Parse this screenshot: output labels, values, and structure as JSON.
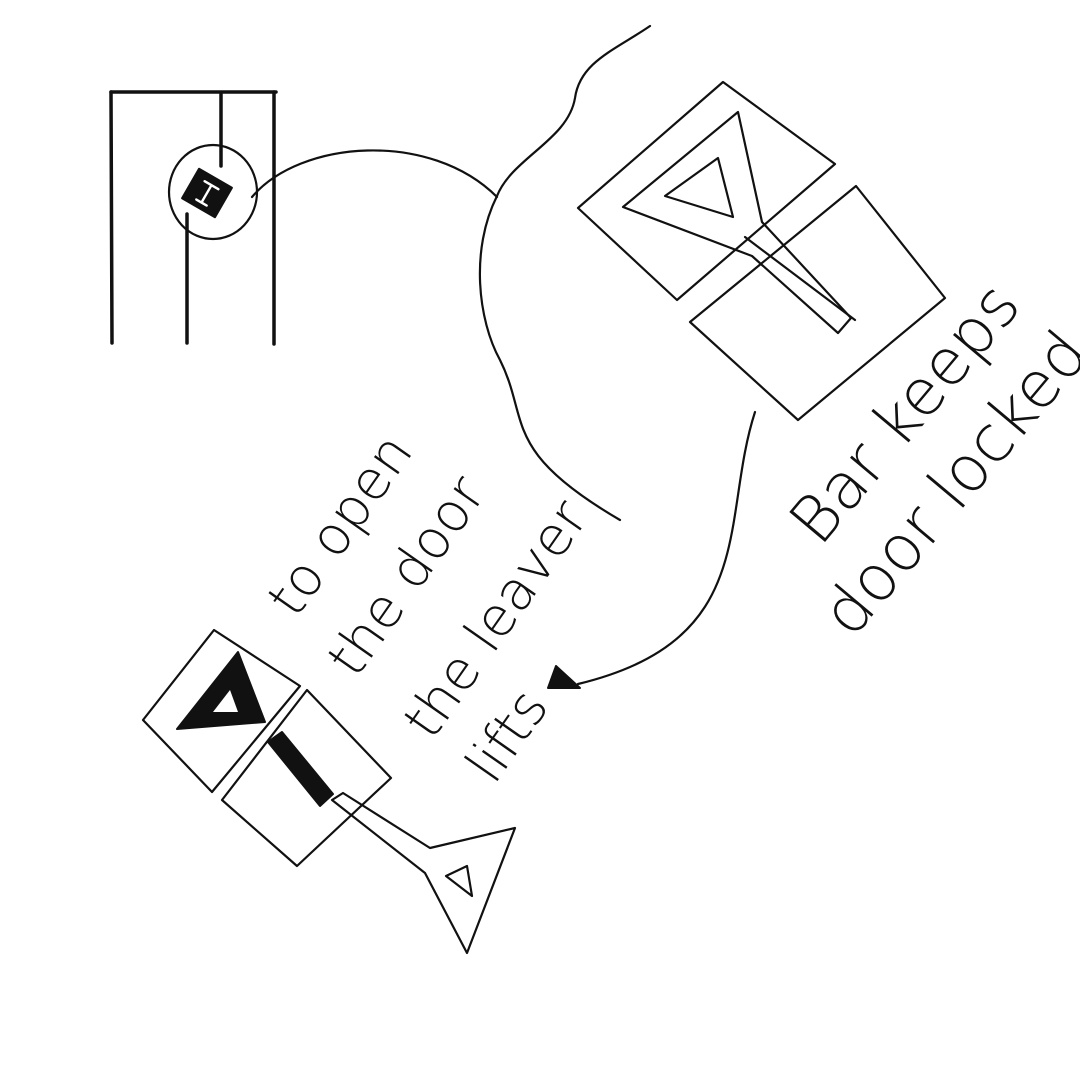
{
  "labels": {
    "closed_line1": "Bar keeps",
    "closed_line2": "door locked",
    "open_line1": "to open",
    "open_line2": "the door",
    "open_line3": "the leaver",
    "open_line4": "lifts"
  },
  "colors": {
    "ink": "#111111",
    "paper": "#ffffff"
  }
}
